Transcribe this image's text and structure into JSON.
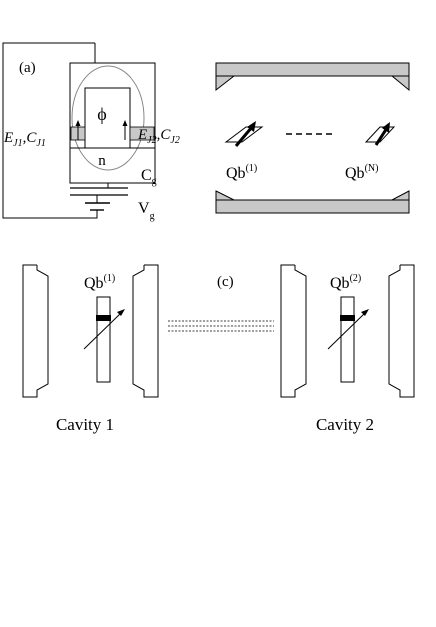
{
  "panel_a": {
    "label": "(a)",
    "phase_symbol": "ϕ",
    "island_charge": "n",
    "junction_left": {
      "E_main": "E",
      "E_sub": "J1",
      "sep": ",",
      "C_main": "C",
      "C_sub": "J1"
    },
    "junction_right": {
      "E_main": "E",
      "E_sub": "J2",
      "sep": ",",
      "C_main": "C",
      "C_sub": "J2"
    },
    "gate_cap": {
      "main": "C",
      "sub": "g"
    },
    "gate_volt": {
      "main": "V",
      "sub": "g"
    }
  },
  "panel_b": {
    "qubit_first": {
      "main": "Qb",
      "sup": "(1)"
    },
    "qubit_last": {
      "main": "Qb",
      "sup": "(N)"
    }
  },
  "panel_c": {
    "label": "(c)",
    "qubit_1": {
      "main": "Qb",
      "sup": "(1)"
    },
    "qubit_2": {
      "main": "Qb",
      "sup": "(2)"
    },
    "cavity_1": "Cavity 1",
    "cavity_2": "Cavity 2"
  },
  "colors": {
    "stroke": "#000000",
    "fill_gray": "#c8c8c8",
    "ellipse": "#888888"
  }
}
